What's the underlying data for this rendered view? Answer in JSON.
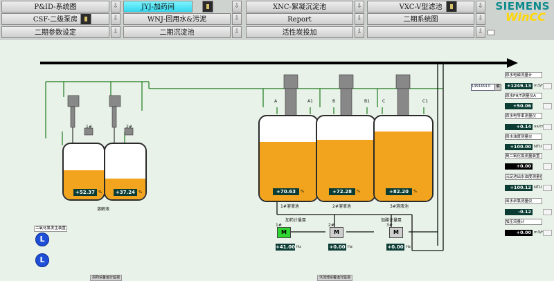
{
  "nav": {
    "row1": [
      "P&ID-系统图",
      "JYJ-加药间",
      "XNC-絮凝沉淀池",
      "VXC-V型滤池"
    ],
    "row2": [
      "CSF-二级泵房",
      "WNJ-回用水&污泥",
      "Report",
      "二期系统图"
    ],
    "row3": [
      "二期参数设定",
      "二期沉淀池",
      "活性炭投加"
    ]
  },
  "logo": {
    "brand": "SIEMENS",
    "product": "WinCC"
  },
  "colors": {
    "accent_active": "#35d6ee",
    "sludge": "#f2a41e",
    "value_bg": "#0b3d35",
    "pump_running": "#2fd62f"
  },
  "dosing": {
    "tanks": [
      {
        "name": "1#",
        "value": "+52.37",
        "unit": "%"
      },
      {
        "name": "2#",
        "value": "+37.24",
        "unit": "%"
      }
    ],
    "caption": "溶解液"
  },
  "mixing": {
    "tanks": [
      {
        "value": "+70.63",
        "unit": "%",
        "caption": "1#溶液池"
      },
      {
        "value": "+72.28",
        "unit": "%",
        "caption": "2#溶液池"
      },
      {
        "value": "+82.20",
        "unit": "%",
        "caption": "3#溶液池"
      }
    ],
    "valve_tags": [
      "A",
      "A1",
      "B",
      "B1",
      "C",
      "C1"
    ]
  },
  "pumps": [
    {
      "id": "1#",
      "name": "加药计量泵",
      "value": "+41.00",
      "unit": "Hz"
    },
    {
      "id": "2#",
      "value": "+0.00",
      "unit": "Hz"
    },
    {
      "id": "3#",
      "name": "加酸计量泵",
      "value": "+0.00",
      "unit": "Hz"
    }
  ],
  "chlorine": {
    "label": "二氧化氯发生装置"
  },
  "popup": {
    "value": "1454464.0",
    "button": "确"
  },
  "side": [
    {
      "label": "原水电磁流量计",
      "value": "+1249.13",
      "unit": "m3/h"
    },
    {
      "label": "原水PH/T测量仪A",
      "value": "+50.06",
      "unit": ""
    },
    {
      "label": "原水电导率测量仪",
      "value": "+0.14",
      "unit": "us/cm"
    },
    {
      "label": "原水浊度测量仪",
      "value": "+100.00",
      "unit": "NTU"
    },
    {
      "label": "臭二氧化氯测量装置",
      "value": "+0.00",
      "unit": ""
    },
    {
      "label": "沉淀池出水浊度测量仪",
      "value": "+100.12",
      "unit": "NTU"
    },
    {
      "label": "出水余氯测量仪",
      "value": "-0.12",
      "unit": ""
    },
    {
      "label": "加压流量计",
      "value": "+0.00",
      "unit": "m3/h"
    }
  ],
  "footer": [
    "加药设备运行监视",
    "沉淀池设备运行监视"
  ]
}
